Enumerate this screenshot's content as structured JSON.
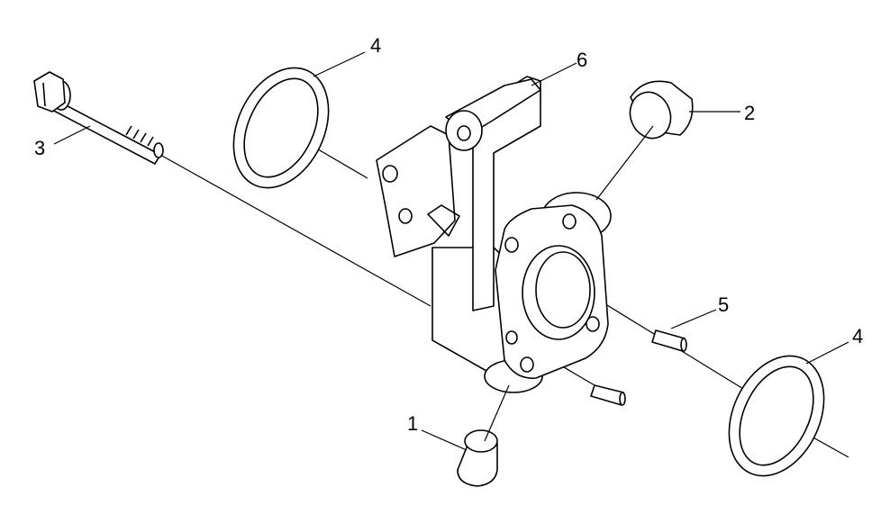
{
  "diagram": {
    "type": "exploded-parts-view",
    "stroke_color": "#000000",
    "background": "#ffffff",
    "callouts": {
      "part1": "1",
      "part2": "2",
      "part3": "3",
      "part4_top": "4",
      "part4_right": "4",
      "part5": "5",
      "part6": "6"
    }
  }
}
